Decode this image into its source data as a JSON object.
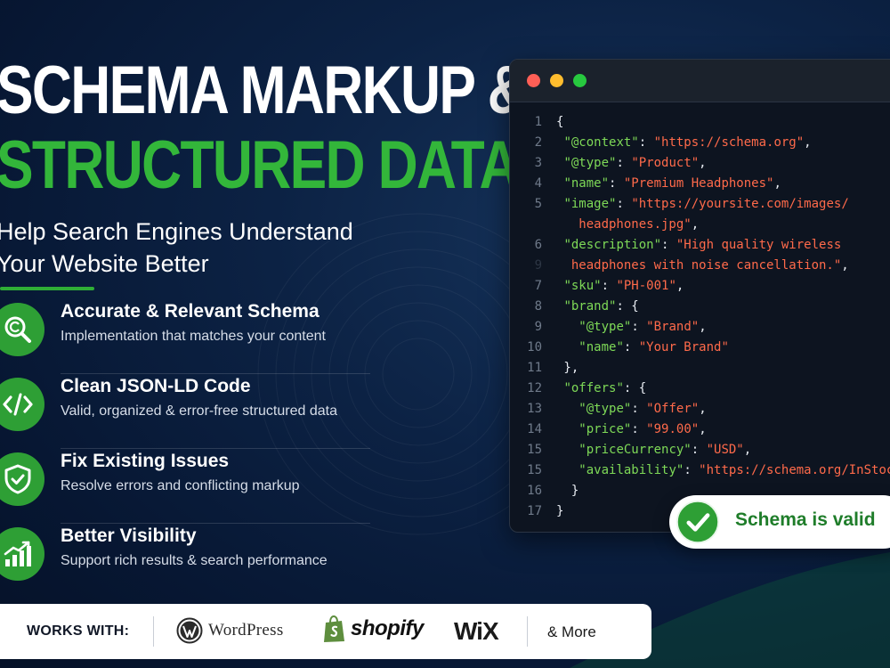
{
  "hero": {
    "title_line1": "SCHEMA MARKUP &",
    "title_line2": "STRUCTURED DATA",
    "subtitle": "Help Search Engines Understand Your Website Better"
  },
  "features": [
    {
      "title": "Accurate & Relevant Schema",
      "description": "Implementation that matches your content",
      "icon": "search-schema-icon"
    },
    {
      "title": "Clean JSON-LD Code",
      "description": "Valid, organized & error-free structured data",
      "icon": "code-brackets-icon"
    },
    {
      "title": "Fix Existing Issues",
      "description": "Resolve errors and conflicting markup",
      "icon": "shield-check-icon"
    },
    {
      "title": "Better Visibility",
      "description": "Support rich results & search performance",
      "icon": "growth-chart-icon"
    }
  ],
  "code": {
    "lines": [
      {
        "n": "1",
        "parts": [
          [
            "p",
            "{"
          ]
        ]
      },
      {
        "n": "2",
        "parts": [
          [
            "p",
            " "
          ],
          [
            "k",
            "\"@context\""
          ],
          [
            "p",
            ": "
          ],
          [
            "s",
            "\"https://schema.org\""
          ],
          [
            "p",
            ","
          ]
        ]
      },
      {
        "n": "3",
        "parts": [
          [
            "p",
            " "
          ],
          [
            "k",
            "\"@type\""
          ],
          [
            "p",
            ": "
          ],
          [
            "s",
            "\"Product\""
          ],
          [
            "p",
            ","
          ]
        ]
      },
      {
        "n": "4",
        "parts": [
          [
            "p",
            " "
          ],
          [
            "k",
            "\"name\""
          ],
          [
            "p",
            ": "
          ],
          [
            "s",
            "\"Premium Headphones\""
          ],
          [
            "p",
            ","
          ]
        ]
      },
      {
        "n": "5",
        "parts": [
          [
            "p",
            " "
          ],
          [
            "k",
            "\"image\""
          ],
          [
            "p",
            ": "
          ],
          [
            "s",
            "\"https://yoursite.com/images/"
          ]
        ]
      },
      {
        "n": "",
        "parts": [
          [
            "s",
            "   headphones.jpg\""
          ],
          [
            "p",
            ","
          ]
        ]
      },
      {
        "n": "6",
        "parts": [
          [
            "p",
            " "
          ],
          [
            "k",
            "\"description\""
          ],
          [
            "p",
            ": "
          ],
          [
            "s",
            "\"High quality wireless"
          ]
        ]
      },
      {
        "n": "9",
        "dim": true,
        "parts": [
          [
            "s",
            "  headphones with noise cancellation.\""
          ],
          [
            "p",
            ","
          ]
        ]
      },
      {
        "n": "7",
        "parts": [
          [
            "p",
            " "
          ],
          [
            "k",
            "\"sku\""
          ],
          [
            "p",
            ": "
          ],
          [
            "s",
            "\"PH-001\""
          ],
          [
            "p",
            ","
          ]
        ]
      },
      {
        "n": "8",
        "parts": [
          [
            "p",
            " "
          ],
          [
            "k",
            "\"brand\""
          ],
          [
            "p",
            ": {"
          ]
        ]
      },
      {
        "n": "9",
        "parts": [
          [
            "p",
            "   "
          ],
          [
            "k",
            "\"@type\""
          ],
          [
            "p",
            ": "
          ],
          [
            "s",
            "\"Brand\""
          ],
          [
            "p",
            ","
          ]
        ]
      },
      {
        "n": "10",
        "parts": [
          [
            "p",
            "   "
          ],
          [
            "k",
            "\"name\""
          ],
          [
            "p",
            ": "
          ],
          [
            "s",
            "\"Your Brand\""
          ]
        ]
      },
      {
        "n": "11",
        "parts": [
          [
            "p",
            " },"
          ]
        ]
      },
      {
        "n": "12",
        "parts": [
          [
            "p",
            " "
          ],
          [
            "k",
            "\"offers\""
          ],
          [
            "p",
            ": {"
          ]
        ]
      },
      {
        "n": "13",
        "parts": [
          [
            "p",
            "   "
          ],
          [
            "k",
            "\"@type\""
          ],
          [
            "p",
            ": "
          ],
          [
            "s",
            "\"Offer\""
          ],
          [
            "p",
            ","
          ]
        ]
      },
      {
        "n": "14",
        "parts": [
          [
            "p",
            "   "
          ],
          [
            "k",
            "\"price\""
          ],
          [
            "p",
            ": "
          ],
          [
            "s",
            "\"99.00\""
          ],
          [
            "p",
            ","
          ]
        ]
      },
      {
        "n": "15",
        "parts": [
          [
            "p",
            "   "
          ],
          [
            "k",
            "\"priceCurrency\""
          ],
          [
            "p",
            ": "
          ],
          [
            "s",
            "\"USD\""
          ],
          [
            "p",
            ","
          ]
        ]
      },
      {
        "n": "15",
        "parts": [
          [
            "p",
            "   "
          ],
          [
            "k",
            "\"availability\""
          ],
          [
            "p",
            ": "
          ],
          [
            "s",
            "\"https://schema.org/InStock\""
          ]
        ]
      },
      {
        "n": "16",
        "parts": [
          [
            "p",
            "  }"
          ]
        ]
      },
      {
        "n": "17",
        "parts": [
          [
            "p",
            "}"
          ]
        ]
      }
    ]
  },
  "badge": {
    "text": "Schema is valid",
    "icon": "checkmark-icon"
  },
  "works_with": {
    "label": "WORKS WITH:",
    "wordpress": "WordPress",
    "shopify": "shopify",
    "wix": "WiX",
    "more": "& More"
  },
  "colors": {
    "accent_green": "#33b63a",
    "code_key": "#7ed957",
    "code_string": "#ff6a4a",
    "background": "#0c2244"
  }
}
